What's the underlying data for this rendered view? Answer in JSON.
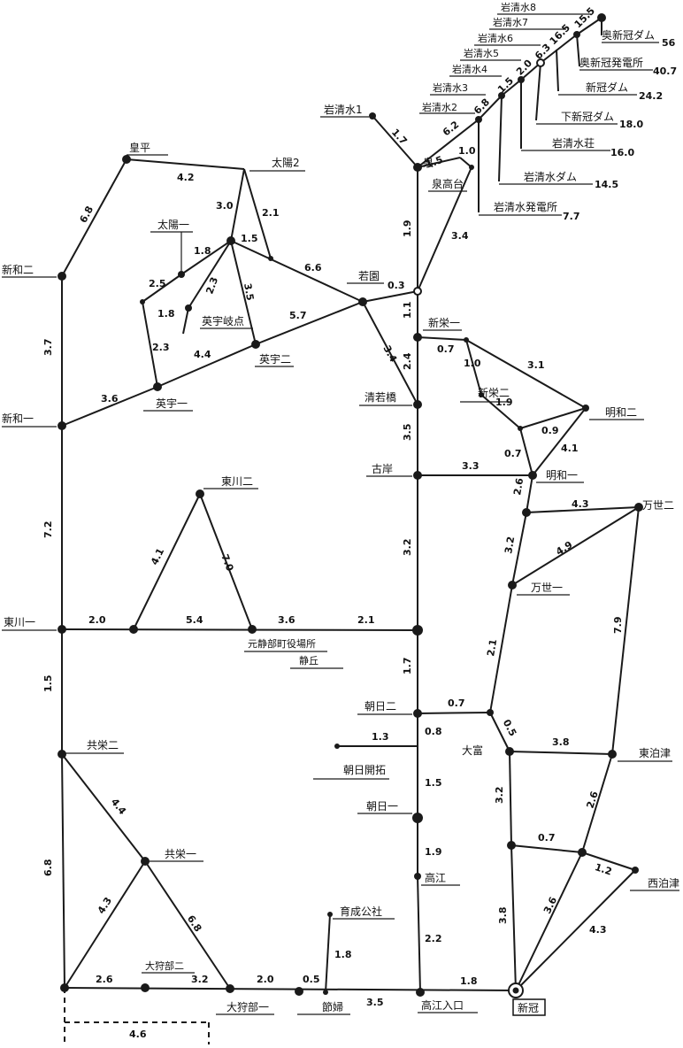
{
  "nodes": {
    "kouhei": "皇平",
    "taiyo2": "太陽2",
    "taiyo1": "太陽一",
    "shinwa2": "新和二",
    "shinwa1": "新和一",
    "eiu_junction": "英宇岐点",
    "eiu2": "英宇二",
    "eiu1": "英宇一",
    "wakazono": "若園",
    "seiwakabashi": "清若橋",
    "kogan": "古岸",
    "izumi": "泉",
    "sengoudai": "泉高台",
    "iwashimizu1": "岩清水1",
    "iwashimizu2": "岩清水2",
    "iwashimizu3": "岩清水3",
    "iwashimizu4": "岩清水4",
    "iwashimizu5": "岩清水5",
    "iwashimizu6": "岩清水6",
    "iwashimizu7": "岩清水7",
    "iwashimizu8": "岩清水8",
    "okushinkan_dam": "奥新冠ダム",
    "okushinkan_hatsuden": "奥新冠発電所",
    "shinkan_dam": "新冠ダム",
    "shimoshinkan_dam": "下新冠ダム",
    "iwashimizu_so": "岩清水荘",
    "iwashimizu_dam": "岩清水ダム",
    "iwashimizu_hatsuden": "岩清水発電所",
    "shinei1": "新栄一",
    "shinei2": "新栄二",
    "meiwa2": "明和二",
    "meiwa1": "明和一",
    "bansei2": "万世二",
    "bansei1": "万世一",
    "higashikawa2": "東川二",
    "higashikawa1": "東川一",
    "office": "元静部町役場所",
    "seikyu": "静丘",
    "asahi2": "朝日二",
    "asahi_kaitaku": "朝日開拓",
    "asahi1": "朝日一",
    "ootomi": "大富",
    "higashitomari": "東泊津",
    "nishitomari": "西泊津",
    "takae": "高江",
    "takae_iriguchi": "高江入口",
    "shinkan": "新冠",
    "kyoei2": "共栄二",
    "kyoei1": "共栄一",
    "ikusei": "育成公社",
    "okaribe2": "大狩部二",
    "okaribe1": "大狩部一",
    "setsufu": "節婦"
  },
  "edges": {
    "kouhei_taiyo2": "4.2",
    "kouhei_shinwa2": "6.8",
    "taiyo2_mid": "3.0",
    "taiyo2_branch": "2.1",
    "taiyo1_j": "1.8",
    "j_wakazono": "6.6",
    "j_loop": "1.5",
    "loop_a": "2.5",
    "loop_b": "1.8",
    "loop_c": "2.3",
    "loop_d": "2.3",
    "j_eiu2": "3.5",
    "eiu2_wakazono": "5.7",
    "eiu1_eiu2": "4.4",
    "shinwa1_eiu1": "3.6",
    "shinwa2_shinwa1": "3.7",
    "shinwa1_higashikawa1": "7.2",
    "wakazono_main": "0.3",
    "wakazono_seiwaka": "3.4",
    "iwashimizu1_izumi": "1.7",
    "izumi_main": "1.9",
    "izumi_sengoudai": "1.5",
    "sengoudai_up": "1.0",
    "izumi_iw2": "6.2",
    "iw2_iw3": "6.8",
    "iw3_iw4": "1.5",
    "iw4_iw5": "2.0",
    "iw5_iw6": "6.3",
    "iw6_iw7": "16.5",
    "iw7_iw8": "15.5",
    "sengoudai_main": "3.4",
    "dist_okushinkan_dam": "56",
    "dist_okushinkan_hatsuden": "40.7",
    "dist_shinkan_dam": "24.2",
    "dist_shimoshinkan_dam": "18.0",
    "dist_iwashimizu_so": "16.0",
    "dist_iwashimizu_dam": "14.5",
    "dist_iwashimizu_hatsuden": "7.7",
    "main_shinei1": "1.1",
    "shinei1_seiwaka": "2.4",
    "shinei1_east": "0.7",
    "shinei_a": "1.0",
    "shinei_b": "1.9",
    "shinei_c": "3.1",
    "shinei_d": "0.9",
    "shinei_e": "0.7",
    "meiwa2_meiwa1": "4.1",
    "seiwaka_kogan": "3.5",
    "kogan_meiwa1": "3.3",
    "meiwa1_bansei": "2.6",
    "bansei_bansei2": "4.3",
    "bansei_tri": "4.9",
    "bansei_down": "3.2",
    "kogan_main": "3.2",
    "hk2_left": "4.1",
    "hk2_right": "7.0",
    "hk1_a": "2.0",
    "hk1_b": "5.4",
    "office_c": "3.6",
    "office_main": "2.1",
    "hk1_kyoei2": "1.5",
    "main_asahi2": "1.7",
    "asahi2_ootomi": "0.7",
    "ootomi_link": "0.5",
    "bansei1_asahi2": "2.1",
    "bansei2_higashitomari": "7.9",
    "asahi_k": "1.3",
    "asahi2_below": "0.8",
    "asahi2_asahi1": "1.5",
    "ootomi_higashitomari": "3.8",
    "asahi1_takae": "1.9",
    "takae_ti": "2.2",
    "ootomi_down": "3.2",
    "down_mid": "0.7",
    "higashitomari_mid": "2.6",
    "mid_nishitomari": "1.2",
    "shinkan_up": "3.8",
    "shinkan_mid": "3.6",
    "shinkan_nishitomari": "4.3",
    "ti_shinkan": "1.8",
    "kyoei2_kyoei1": "4.4",
    "kyoei1_okaribe1": "6.8",
    "kyoei1_bl": "4.3",
    "kyoei2_bl": "6.8",
    "bl_okaribe2": "2.6",
    "okaribe2_okaribe1": "3.2",
    "okaribe1_setsufu": "2.0",
    "setsufu_ikusei": "0.5",
    "ikusei_up": "1.8",
    "setsufu_ti": "3.5",
    "dash_seg": "4.6"
  }
}
